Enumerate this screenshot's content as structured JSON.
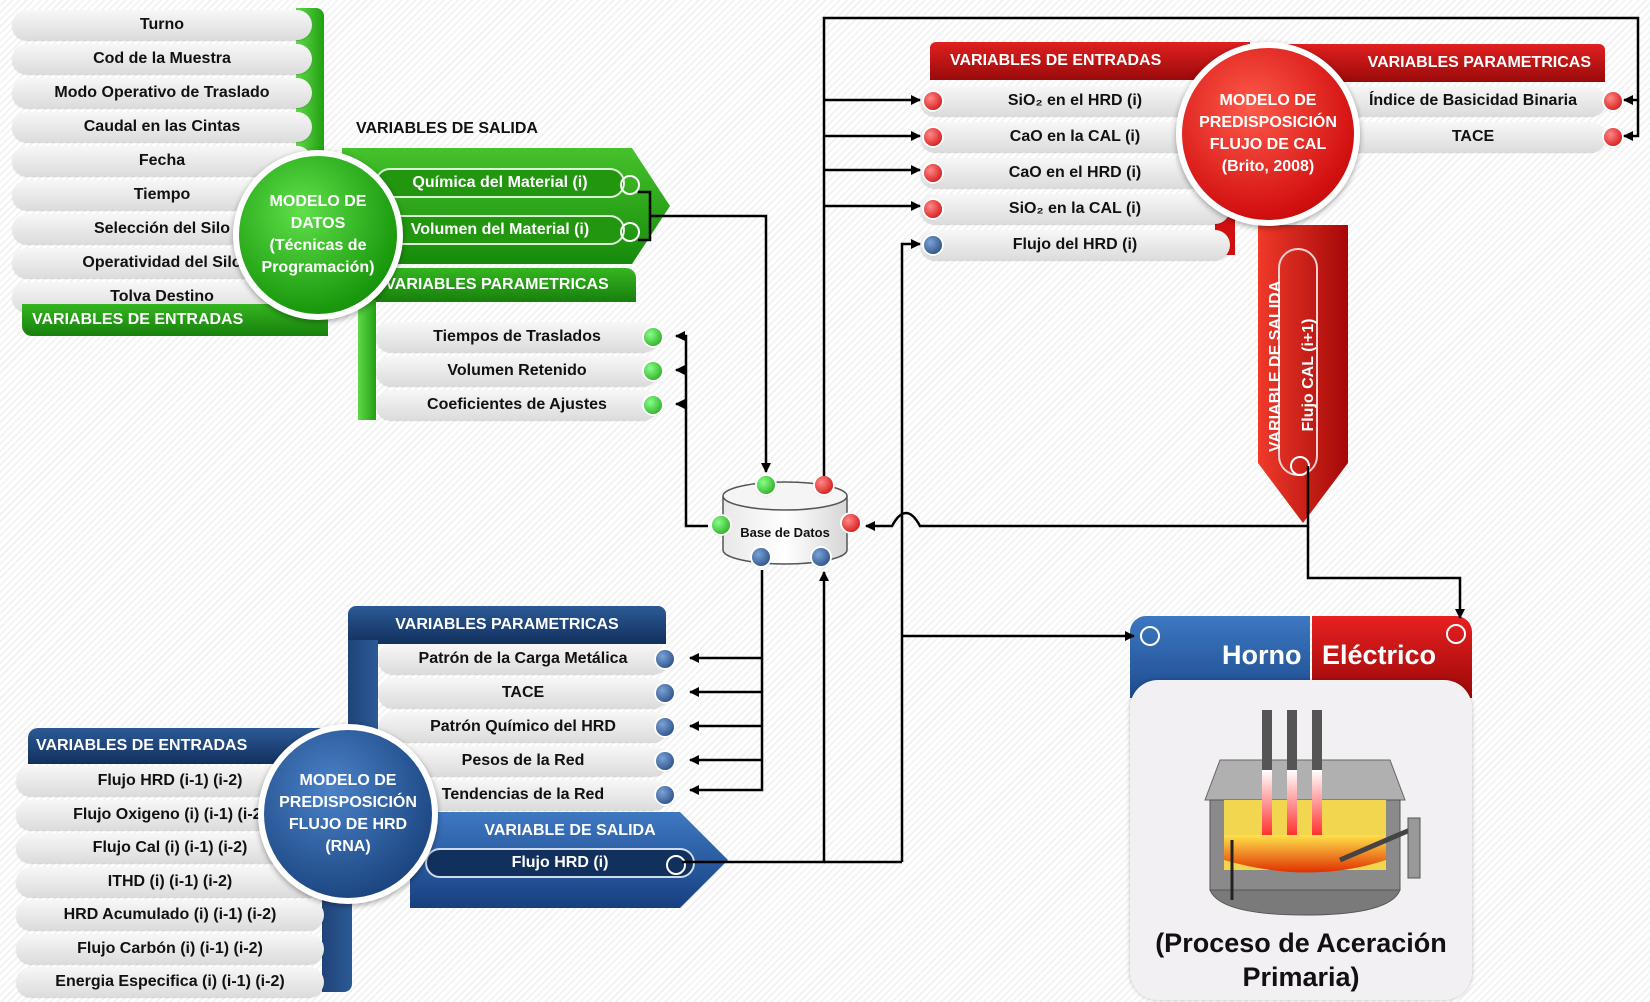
{
  "green_model": {
    "title": "MODELO DE DATOS (Técnicas de Programación)",
    "inputs_header": "VARIABLES DE ENTRADAS",
    "inputs": [
      "Turno",
      "Cod de la Muestra",
      "Modo Operativo de Traslado",
      "Caudal en las Cintas",
      "Fecha",
      "Tiempo",
      "Selección del Silo",
      "Operatividad del Silo",
      "Tolva Destino"
    ],
    "outputs_header": "VARIABLES DE SALIDA",
    "outputs": [
      "Química del Material (i)",
      "Volumen del Material (i)"
    ],
    "params_header": "VARIABLES PARAMETRICAS",
    "params": [
      "Tiempos de Traslados",
      "Volumen Retenido",
      "Coeficientes de Ajustes"
    ],
    "color": "#2aa81a"
  },
  "red_model": {
    "title": "MODELO DE PREDISPOSICIÓN FLUJO DE CAL (Brito, 2008)",
    "inputs_header": "VARIABLES DE ENTRADAS",
    "inputs": [
      "SiO₂ en el HRD (i)",
      "CaO en la CAL (i)",
      "CaO en el HRD (i)",
      "SiO₂ en la CAL (i)",
      "Flujo del HRD (i)"
    ],
    "params_header": "VARIABLES  PARAMETRICAS",
    "params": [
      "Índice de Basicidad Binaria",
      "TACE"
    ],
    "output_header": "VARIABLE DE SALIDA",
    "output": "Flujo CAL (i+1)",
    "color": "#d01010"
  },
  "blue_model": {
    "title": "MODELO DE PREDISPOSICIÓN FLUJO DE HRD (RNA)",
    "params_header": "VARIABLES  PARAMETRICAS",
    "params": [
      "Patrón de la Carga Metálica",
      "TACE",
      "Patrón Químico del HRD",
      "Pesos de la Red",
      "Tendencias  de la Red"
    ],
    "inputs_header": "VARIABLES DE  ENTRADAS",
    "inputs": [
      "Flujo HRD (i-1) (i-2)",
      "Flujo Oxigeno  (i) (i-1) (i-2)",
      "Flujo Cal (i) (i-1) (i-2)",
      "ITHD (i) (i-1) (i-2)",
      "HRD Acumulado  (i) (i-1) (i-2)",
      "Flujo Carbón  (i) (i-1) (i-2)",
      "Energia Especifica  (i) (i-1) (i-2)"
    ],
    "output_header": "VARIABLE DE SALIDA",
    "output": "Flujo HRD (i)",
    "color": "#1f4479"
  },
  "database": {
    "label": "Base de Datos"
  },
  "furnace": {
    "word1": "Horno",
    "word2": "Eléctrico",
    "caption": "(Proceso de Aceración Primaria)"
  }
}
